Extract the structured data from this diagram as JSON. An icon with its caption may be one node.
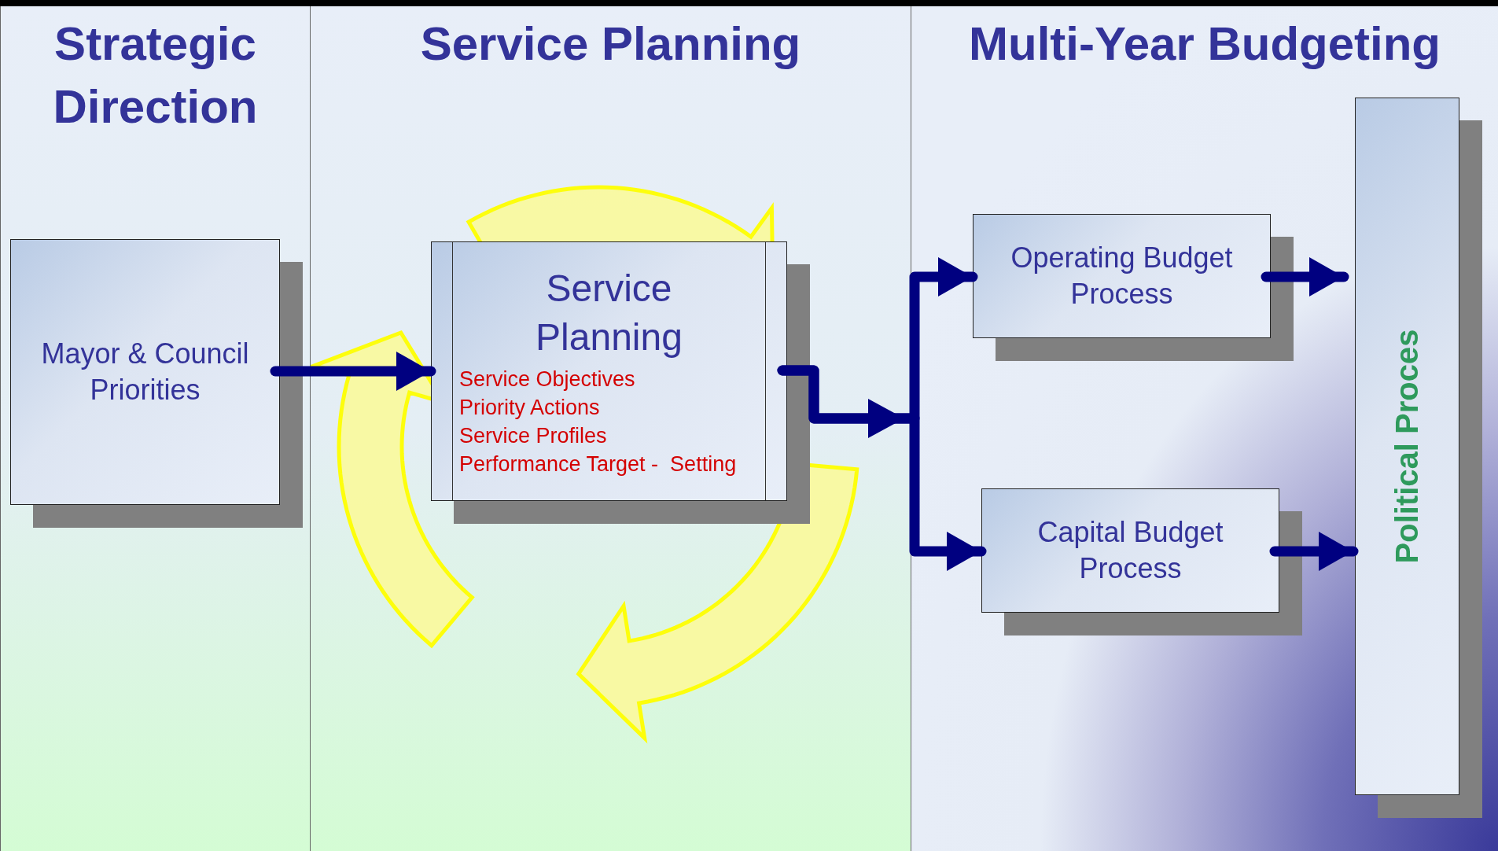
{
  "diagram": {
    "nodes": [
      {
        "text": [
          "Strategic Direction"
        ]
      },
      {
        "text": [
          "Service Planning"
        ]
      },
      {
        "text": [
          "Multi-Year Budgeting"
        ]
      },
      {
        "text": [
          "Mayor & Council Priorities"
        ],
        "in": 0
      },
      {
        "text": [
          "Service Planning",
          "Service Objectives",
          "Priority Actions",
          "Service Profiles",
          "Performance Target -  Setting"
        ],
        "in": 1
      },
      {
        "text": [
          "Operating Budget Process"
        ],
        "in": 2
      },
      {
        "text": [
          "Capital Budget Process"
        ],
        "in": 2
      },
      {
        "text": [
          "Political Proces"
        ],
        "in": 2
      }
    ],
    "edges": [
      {
        "from": 3,
        "to": 4,
        "arrow": "to"
      },
      {
        "from": 4,
        "to": 5,
        "arrow": "to"
      },
      {
        "from": 4,
        "to": 6,
        "arrow": "to"
      },
      {
        "from": 5,
        "to": 7,
        "arrow": "to"
      },
      {
        "from": 6,
        "to": 7,
        "arrow": "to"
      }
    ]
  }
}
